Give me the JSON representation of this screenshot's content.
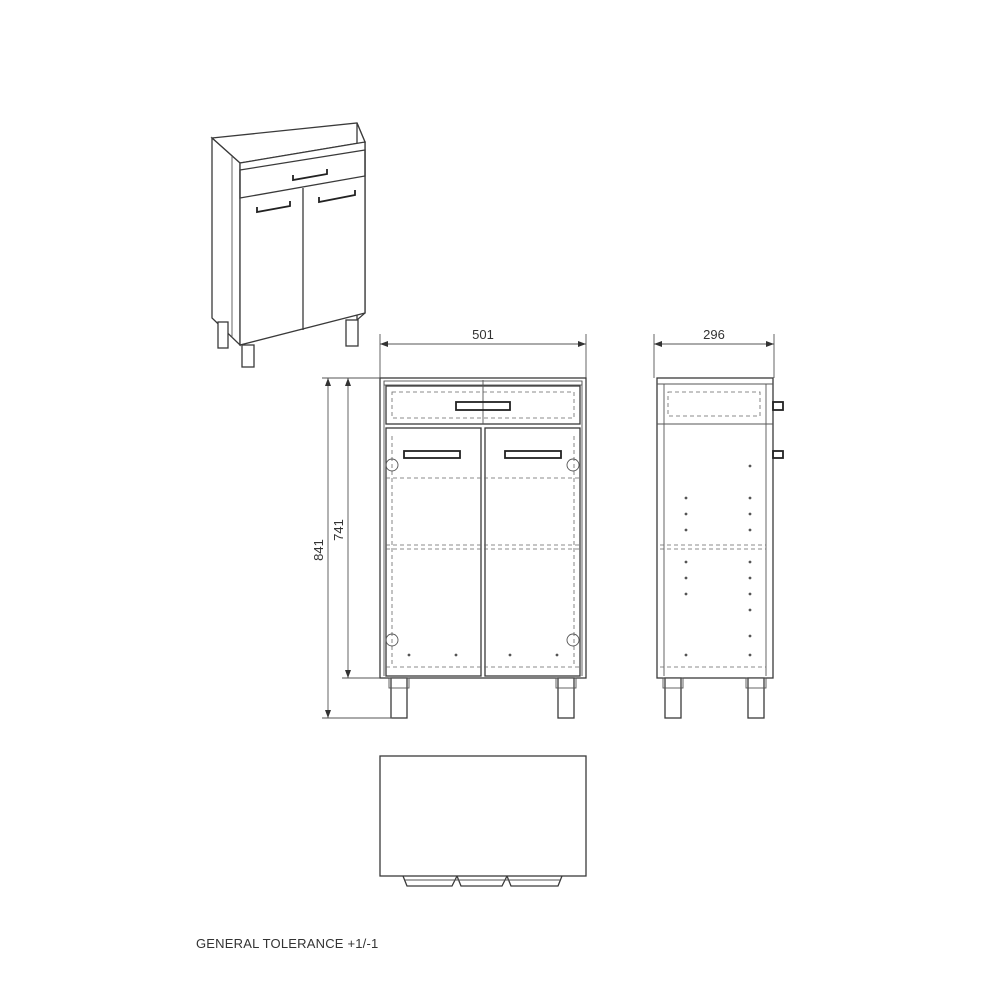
{
  "dimensions": {
    "front_width": "501",
    "side_depth": "296",
    "total_height": "841",
    "body_height": "741"
  },
  "note": "GENERAL TOLERANCE +1/-1"
}
